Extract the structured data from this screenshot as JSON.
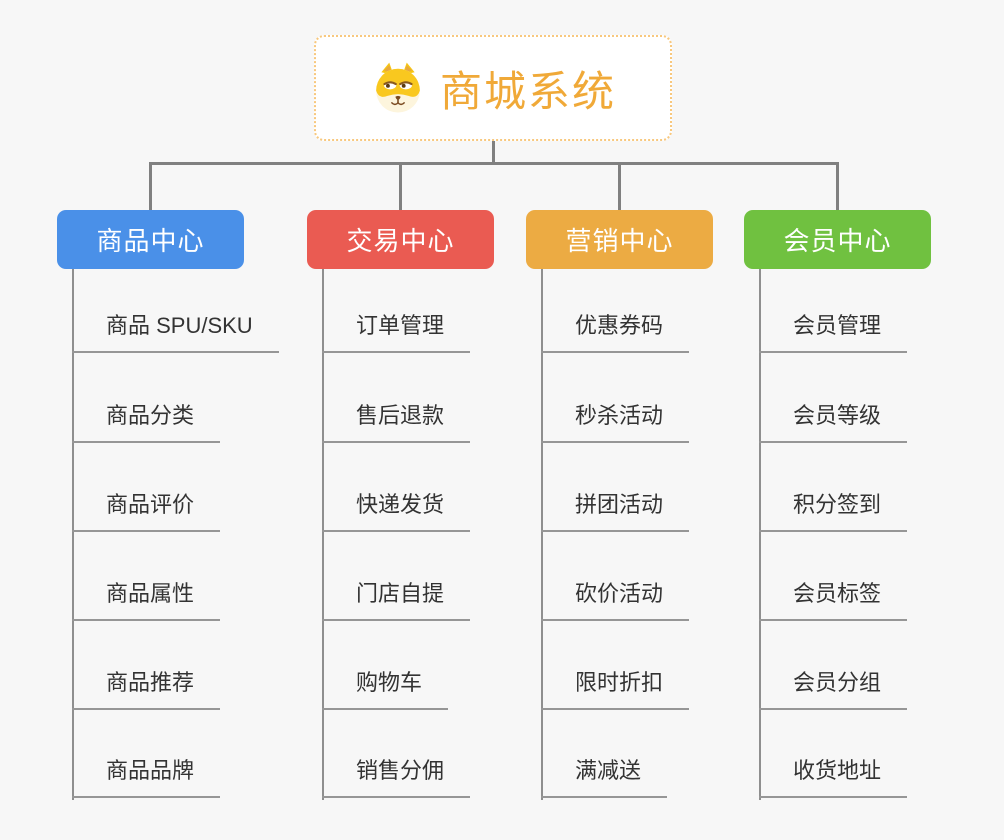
{
  "canvas": {
    "background": "#f7f7f7",
    "connector_color": "#808080"
  },
  "root": {
    "title": "商城系统",
    "icon": "dog-face-icon",
    "text_color": "#f0a938",
    "border_color": "#f8c87e"
  },
  "branches": [
    {
      "label": "商品中心",
      "color": "#4a90e8",
      "children": [
        "商品 SPU/SKU",
        "商品分类",
        "商品评价",
        "商品属性",
        "商品推荐",
        "商品品牌"
      ]
    },
    {
      "label": "交易中心",
      "color": "#ea5b52",
      "children": [
        "订单管理",
        "售后退款",
        "快递发货",
        "门店自提",
        "购物车",
        "销售分佣"
      ]
    },
    {
      "label": "营销中心",
      "color": "#ecab43",
      "children": [
        "优惠券码",
        "秒杀活动",
        "拼团活动",
        "砍价活动",
        "限时折扣",
        "满减送"
      ]
    },
    {
      "label": "会员中心",
      "color": "#70c140",
      "children": [
        "会员管理",
        "会员等级",
        "积分签到",
        "会员标签",
        "会员分组",
        "收货地址"
      ]
    }
  ]
}
